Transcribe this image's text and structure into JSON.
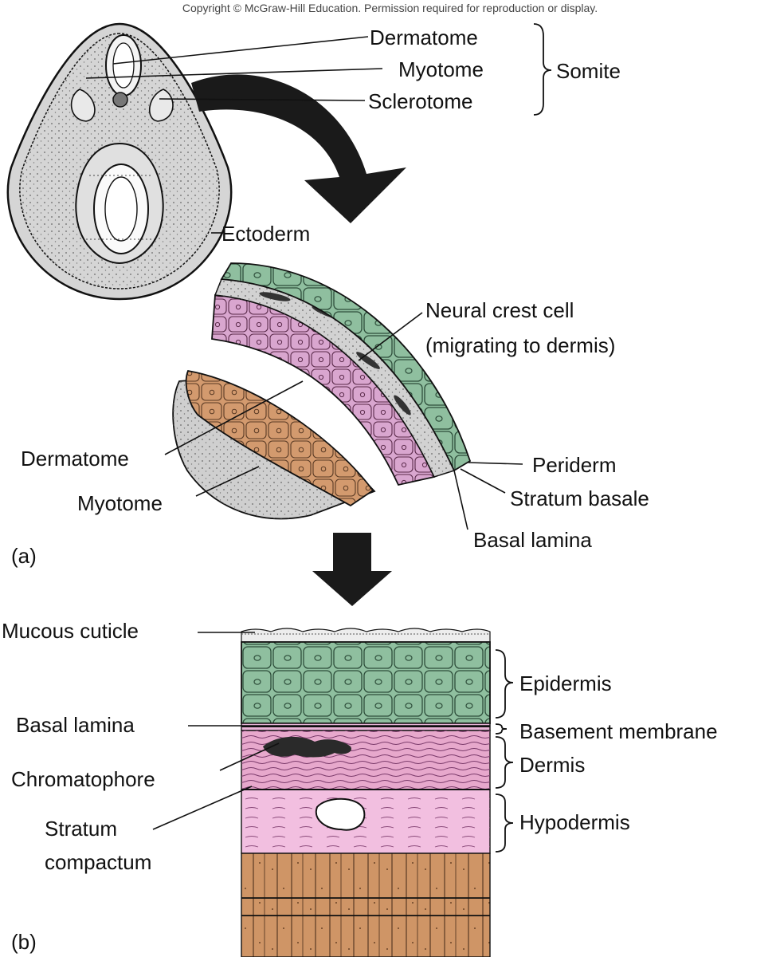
{
  "copyright": "Copyright © McGraw-Hill Education. Permission required for reproduction or display.",
  "panel_a": {
    "label": "(a)",
    "embryo_labels": {
      "dermatome": "Dermatome",
      "myotome": "Myotome",
      "sclerotome": "Sclerotome",
      "somite": "Somite",
      "ectoderm": "Ectoderm"
    },
    "section_labels": {
      "neural_crest_line1": "Neural crest cell",
      "neural_crest_line2": "(migrating to dermis)",
      "dermatome": "Dermatome",
      "myotome": "Myotome",
      "periderm": "Periderm",
      "stratum_basale": "Stratum basale",
      "basal_lamina": "Basal lamina"
    }
  },
  "panel_b": {
    "label": "(b)",
    "left_labels": {
      "mucous_cuticle": "Mucous cuticle",
      "basal_lamina": "Basal lamina",
      "chromatophore": "Chromatophore",
      "stratum_line1": "Stratum",
      "stratum_line2": "compactum"
    },
    "right_labels": {
      "epidermis": "Epidermis",
      "basement_membrane": "Basement membrane",
      "dermis": "Dermis",
      "hypodermis": "Hypodermis"
    }
  },
  "colors": {
    "epidermis_green": "#8fbf9f",
    "dermatome_pink": "#d9a6cf",
    "dermis_pink": "#e7a8cc",
    "hypodermis_pink": "#f2bfe0",
    "myotome_tan": "#d39a6e",
    "muscle_tan": "#cf9566",
    "mesenchyme_gray": "#cfcfcf",
    "arrow_black": "#1a1a1a"
  }
}
